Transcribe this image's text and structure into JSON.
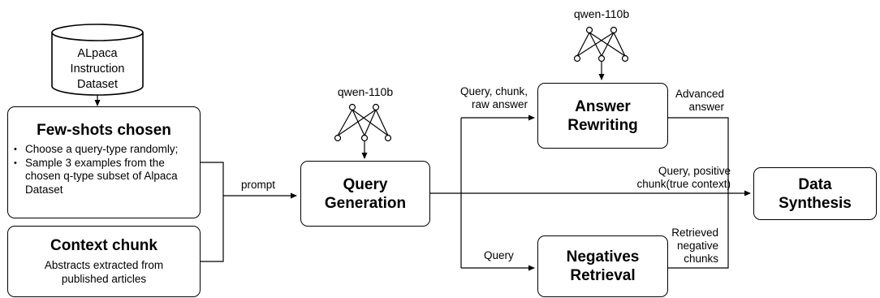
{
  "dataset": {
    "line1": "ALpaca",
    "line2": "Instruction",
    "line3": "Dataset"
  },
  "few_shots": {
    "title": "Few-shots chosen",
    "bullets": [
      "Choose a query-type randomly;",
      "Sample 3 examples from the chosen q-type subset of Alpaca Dataset"
    ]
  },
  "context_chunk": {
    "title": "Context chunk",
    "description": "Abstracts extracted from published articles"
  },
  "query_generation": {
    "line1": "Query",
    "line2": "Generation"
  },
  "answer_rewriting": {
    "line1": "Answer",
    "line2": "Rewriting"
  },
  "negatives_retrieval": {
    "line1": "Negatives",
    "line2": "Retrieval"
  },
  "data_synthesis": {
    "line1": "Data",
    "line2": "Synthesis"
  },
  "models": {
    "query_model": "qwen-110b",
    "answer_model": "qwen-110b"
  },
  "edge_labels": {
    "prompt": "prompt",
    "to_answer_line1": "Query, chunk,",
    "to_answer_line2": "raw answer",
    "to_negatives": "Query",
    "advanced_line1": "Advanced",
    "advanced_line2": "answer",
    "positive_line1": "Query, positive",
    "positive_line2": "chunk(true context)",
    "retrieved_line1": "Retrieved",
    "retrieved_line2": "negative",
    "retrieved_line3": "chunks"
  }
}
